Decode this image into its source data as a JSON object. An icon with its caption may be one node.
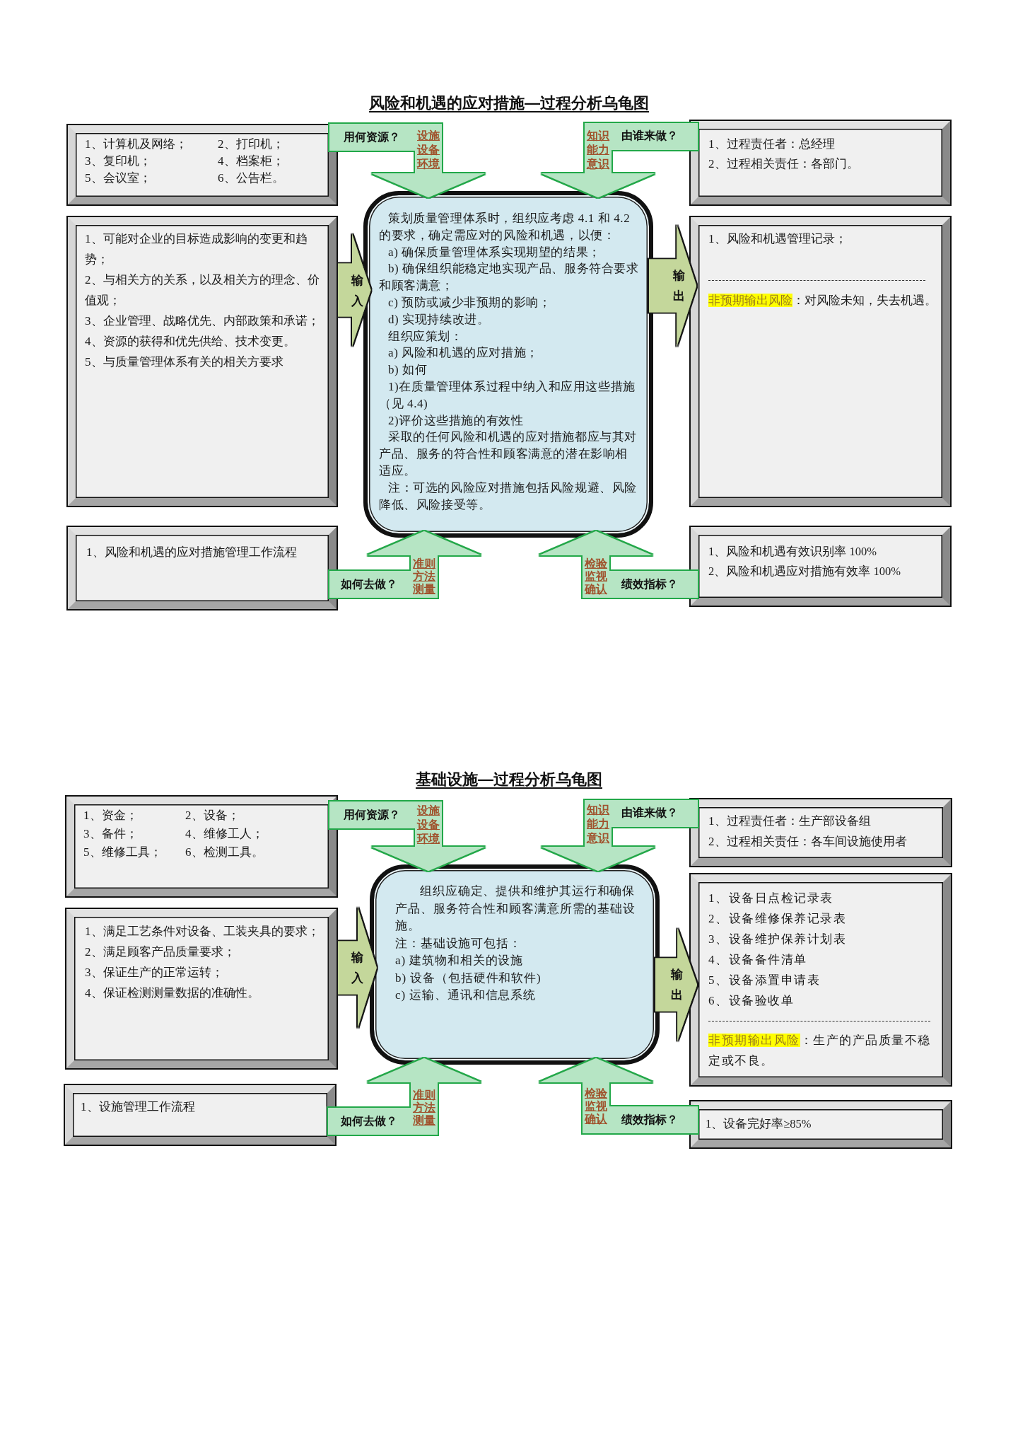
{
  "diagram": {
    "nodes": [
      {
        "text": [
          "1、计算机及网络；",
          "2、打印机；",
          "3、复印机；",
          "4、档案柜；",
          "5、会议室；",
          "6、公告栏。"
        ]
      },
      {
        "text": [
          "1、过程责任者：总经理",
          "2、过程相关责任：各部门。"
        ]
      },
      {
        "text": [
          "1、可能对企业的目标造成影响的变更和趋势；",
          "2、与相关方的关系，以及相关方的理念、价值观；",
          "3、企业管理、战略优先、内部政策和承诺；",
          "4、资源的获得和优先供给、技术变更。",
          "5、与质量管理体系有关的相关方要求"
        ]
      },
      {
        "text": [
          "策划质量管理体系时，组织应考虑 4.1 和 4.2 的要求，确定需应对的风险和机遇，以便：",
          "a) 确保质量管理体系实现期望的结果；",
          "b) 确保组织能稳定地实现产品、服务符合要求和顾客满意；",
          "c) 预防或减少非预期的影响；",
          "d) 实现持续改进。",
          "组织应策划：",
          "a) 风险和机遇的应对措施；",
          "b) 如何",
          "1)在质量管理体系过程中纳入和应用这些措施（见 4.4)",
          "2)评价这些措施的有效性",
          "采取的任何风险和机遇的应对措施都应与其对产品、服务的符合性和顾客满意的潜在影响相适应。",
          "注：可选的风险应对措施包括风险规避、风险降低、风险接受等。"
        ]
      },
      {
        "text": [
          "1、风险和机遇管理记录；",
          "**非预期输出风险**：对风险未知，失去机遇。"
        ]
      },
      {
        "text": [
          "1、风险和机遇的应对措施管理工作流程"
        ]
      },
      {
        "text": [
          "1、风险和机遇有效识别率 100%",
          "2、风险和机遇应对措施有效率 100%"
        ]
      },
      {
        "text": [
          "1、资金；",
          "2、设备；",
          "3、备件；",
          "4、维修工人；",
          "5、维修工具；",
          "6、检测工具。"
        ]
      },
      {
        "text": [
          "1、过程责任者：生产部设备组",
          "2、过程相关责任：各车间设施使用者"
        ]
      },
      {
        "text": [
          "1、满足工艺条件对设备、工装夹具的要求；",
          "2、满足顾客产品质量要求；",
          "3、保证生产的正常运转；",
          "4、保证检测测量数据的准确性。"
        ]
      },
      {
        "text": [
          "组织应确定、提供和维护其运行和确保产品、服务符合性和顾客满意所需的基础设施。",
          "注：基础设施可包括：",
          "a) 建筑物和相关的设施",
          "b) 设备（包括硬件和软件)",
          "c) 运输、通讯和信息系统"
        ]
      },
      {
        "text": [
          "1、设备日点检记录表",
          "2、设备维修保养记录表",
          "3、设备维护保养计划表",
          "4、设备备件清单",
          "5、设备添置申请表",
          "6、设备验收单",
          "**非预期输出风险**：生产的产品质量不稳定或不良。"
        ]
      },
      {
        "text": [
          "1、设施管理工作流程"
        ]
      },
      {
        "text": [
          "1、设备完好率≥85%"
        ]
      }
    ],
    "edges": [
      {
        "from": 0,
        "to": 3,
        "arrow": "to",
        "label": "用何资源？"
      },
      {
        "from": 1,
        "to": 3,
        "arrow": "to",
        "label": "由谁来做？"
      },
      {
        "from": 2,
        "to": 3,
        "arrow": "to",
        "label": "输入",
        "style": "thick",
        "color": "#c4d79b"
      },
      {
        "from": 3,
        "to": 4,
        "arrow": "to",
        "label": "输出",
        "style": "thick",
        "color": "#c4d79b"
      },
      {
        "from": 5,
        "to": 3,
        "arrow": "to",
        "label": "如何去做？"
      },
      {
        "from": 6,
        "to": 3,
        "arrow": "to",
        "label": "绩效指标？"
      },
      {
        "from": 7,
        "to": 10,
        "arrow": "to",
        "label": "用何资源？"
      },
      {
        "from": 8,
        "to": 10,
        "arrow": "to",
        "label": "由谁来做？"
      },
      {
        "from": 9,
        "to": 10,
        "arrow": "to",
        "label": "输入",
        "style": "thick",
        "color": "#c4d79b"
      },
      {
        "from": 10,
        "to": 11,
        "arrow": "to",
        "label": "输出",
        "style": "thick",
        "color": "#c4d79b"
      },
      {
        "from": 12,
        "to": 10,
        "arrow": "to",
        "label": "如何去做？"
      },
      {
        "from": 13,
        "to": 10,
        "arrow": "to",
        "label": "绩效指标？"
      }
    ],
    "labels": [
      "风险和机遇的应对措施—过程分析乌龟图",
      "设施",
      "设备",
      "环境",
      "知识",
      "能力",
      "意识",
      "准则",
      "方法",
      "测量",
      "检验",
      "监视",
      "确认",
      "基础设施—过程分析乌龟图",
      "设施",
      "设备",
      "环境",
      "知识",
      "能力",
      "意识",
      "准则",
      "方法",
      "测量",
      "检验",
      "监视",
      "确认"
    ]
  }
}
